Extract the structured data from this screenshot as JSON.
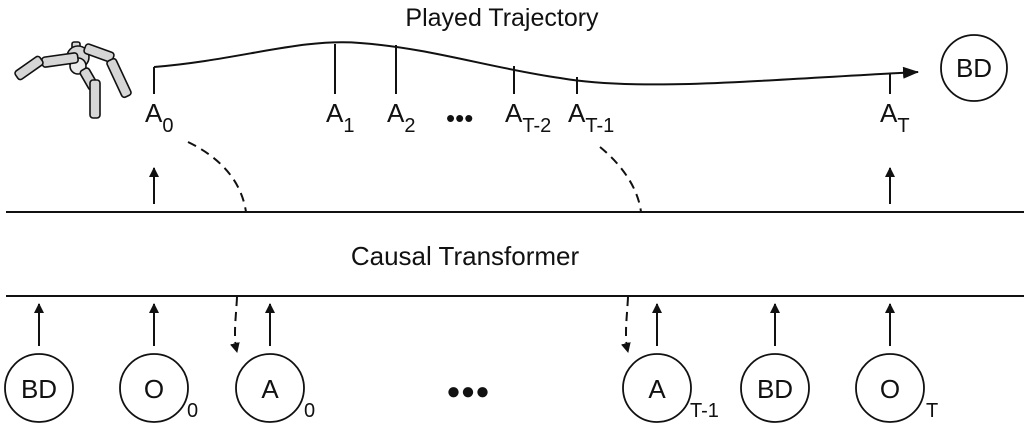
{
  "title": "Played Trajectory",
  "transformer_label": "Causal Transformer",
  "goal_label": "BD",
  "trajectory_actions": [
    {
      "main": "A",
      "sub": "0"
    },
    {
      "main": "A",
      "sub": "1"
    },
    {
      "main": "A",
      "sub": "2"
    },
    {
      "main": "A",
      "sub": "T-2"
    },
    {
      "main": "A",
      "sub": "T-1"
    },
    {
      "main": "A",
      "sub": "T"
    }
  ],
  "trajectory_ellipsis": "•••",
  "inputs": [
    {
      "main": "BD",
      "sub": ""
    },
    {
      "main": "O",
      "sub": "0"
    },
    {
      "main": "A",
      "sub": "0"
    },
    {
      "main": "A",
      "sub": "T-1"
    },
    {
      "main": "BD",
      "sub": ""
    },
    {
      "main": "O",
      "sub": "T"
    }
  ],
  "inputs_ellipsis": "●●●",
  "icons": {
    "robot": "robot-arm-icon"
  }
}
